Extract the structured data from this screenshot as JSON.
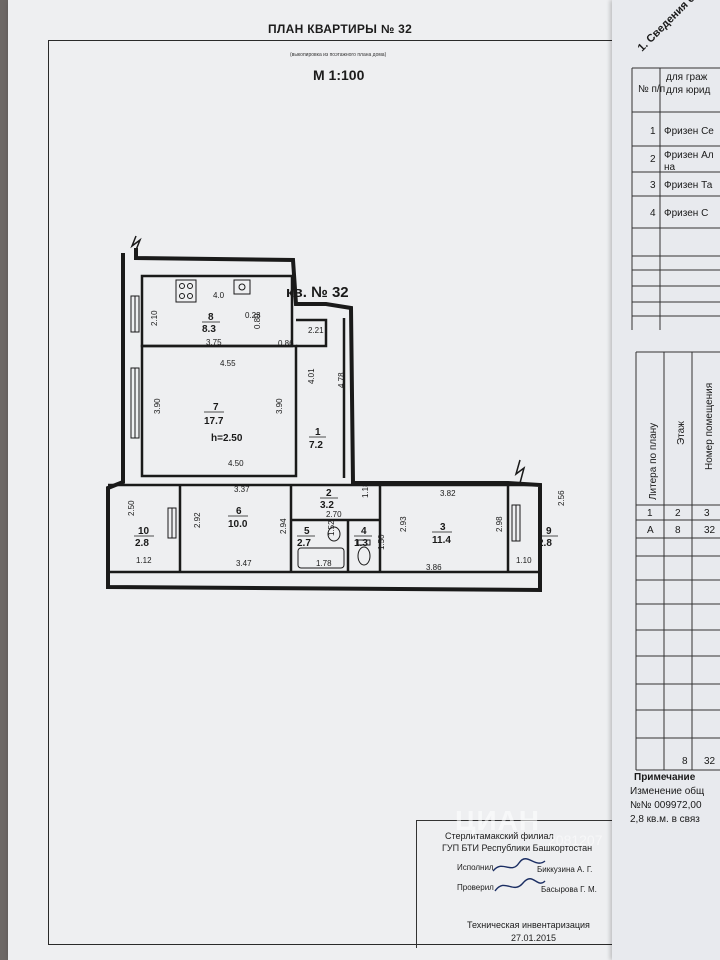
{
  "document": {
    "title": "ПЛАН КВАРТИРЫ №   32",
    "subtitle": "(выкопировка из поэтажного плана дома)",
    "scale": "М 1:100",
    "apartment_label": "кв. № 32",
    "height_label": "h=2.50"
  },
  "rooms": [
    {
      "number": "8",
      "area": "8.3"
    },
    {
      "number": "7",
      "area": "17.7"
    },
    {
      "number": "1",
      "area": "7.2"
    },
    {
      "number": "2",
      "area": "3.2"
    },
    {
      "number": "6",
      "area": "10.0"
    },
    {
      "number": "5",
      "area": "2.7"
    },
    {
      "number": "4",
      "area": "1.3"
    },
    {
      "number": "3",
      "area": "11.4"
    },
    {
      "number": "10",
      "area": "2.8"
    },
    {
      "number": "9",
      "area": "2.8"
    }
  ],
  "dimensions": [
    "4.0",
    "2.10",
    "0.23",
    "0.89",
    "2.21",
    "3.75",
    "0.86",
    "4.55",
    "4.01",
    "4.78",
    "3.90",
    "3.90",
    "4.50",
    "3.37",
    "1.18",
    "3.82",
    "2.50",
    "2.92",
    "2.94",
    "2.70",
    "1.52",
    "1.50",
    "2.93",
    "2.98",
    "2.56",
    "1.12",
    "3.47",
    "1.78",
    "3.86",
    "1.10"
  ],
  "stamp": {
    "branch": "Стерлитамакский  филиал",
    "org": "ГУП БТИ Республики Башкортостан",
    "executed_label": "Исполнил",
    "executed_name": "Биккузина А. Г.",
    "checked_label": "Проверил",
    "checked_name": "Басырова Г. М.",
    "inventory": "Техническая инвентаризация",
    "date": "27.01.2015"
  },
  "right_page": {
    "heading": "1. Сведения о п",
    "col_no": "№ п/п",
    "col_owner_1": "для граж",
    "col_owner_2": "для юрид",
    "owners": [
      {
        "n": "1",
        "name": "Фризен Се"
      },
      {
        "n": "2",
        "name": "Фризен Ал",
        "name2": "на"
      },
      {
        "n": "3",
        "name": "Фризен Та"
      },
      {
        "n": "4",
        "name": "Фризен С"
      }
    ],
    "col_litera": "Литера по плану",
    "col_floor": "Этаж",
    "col_room": "Номер помещения",
    "index_row": [
      "1",
      "2",
      "3"
    ],
    "data_row": [
      "А",
      "8",
      "32"
    ],
    "total_row": [
      "8",
      "32"
    ],
    "note_title": "Примечание",
    "note_1": "Изменение общ",
    "note_2": "№№ 009972,00",
    "note_3": "2,8 кв.м. в связ"
  },
  "watermark": {
    "text": "ЦИАН",
    "id": "2081207"
  }
}
